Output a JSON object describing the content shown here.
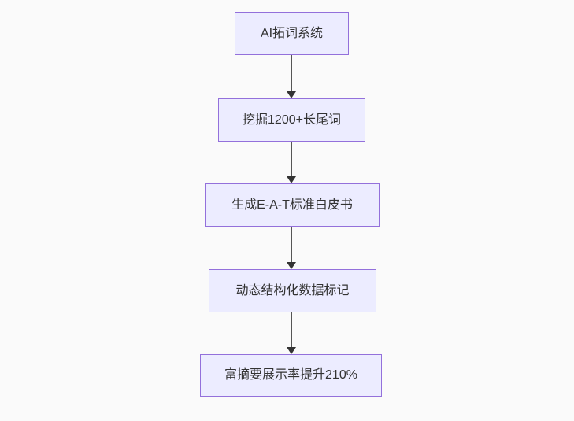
{
  "diagram": {
    "type": "flowchart",
    "direction": "top-down",
    "nodes": [
      {
        "id": "A",
        "label": "AI拓词系统"
      },
      {
        "id": "B",
        "label": "挖掘1200+长尾词"
      },
      {
        "id": "C",
        "label": "生成E-A-T标准白皮书"
      },
      {
        "id": "D",
        "label": "动态结构化数据标记"
      },
      {
        "id": "E",
        "label": "富摘要展示率提升210%"
      }
    ],
    "edges": [
      {
        "from": "A",
        "to": "B"
      },
      {
        "from": "B",
        "to": "C"
      },
      {
        "from": "C",
        "to": "D"
      },
      {
        "from": "D",
        "to": "E"
      }
    ],
    "colors": {
      "background": "#fafafa",
      "node_fill": "#ececff",
      "node_border": "#9370db",
      "node_text": "#333333",
      "edge_line": "#555555",
      "arrowhead": "#333333"
    }
  }
}
